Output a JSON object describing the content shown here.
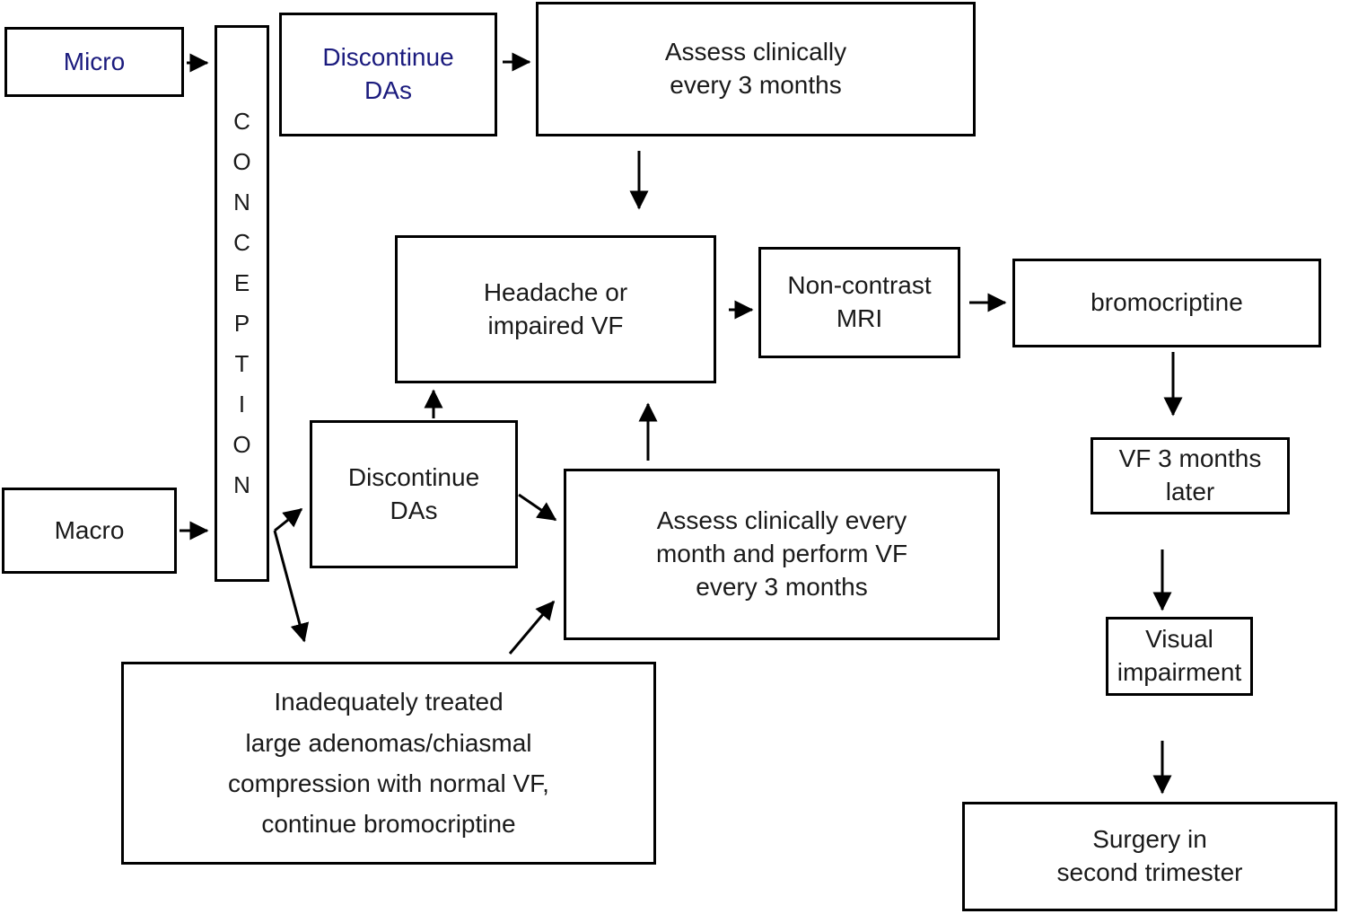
{
  "diagram": {
    "background_color": "#ffffff",
    "line_color": "#000000",
    "accent_text_color": "#1b1b7e",
    "nodes": {
      "micro": {
        "label": "Micro"
      },
      "macro": {
        "label": "Macro"
      },
      "conception": {
        "label": "CONCEPTION"
      },
      "discontinue_das_top": {
        "label": "Discontinue\nDAs"
      },
      "assess_quarterly": {
        "label": "Assess clinically\nevery 3 months"
      },
      "headache": {
        "label": "Headache or\nimpaired VF"
      },
      "mri": {
        "label": "Non-contrast\nMRI"
      },
      "bromocriptine": {
        "label": "bromocriptine"
      },
      "vf_later": {
        "label": "VF 3 months\nlater"
      },
      "visual_impairment": {
        "label": "Visual\nimpairment"
      },
      "surgery": {
        "label": "Surgery in\nsecond trimester"
      },
      "discontinue_das_mid": {
        "label": "Discontinue\nDAs"
      },
      "assess_monthly": {
        "label": "Assess clinically every\nmonth and perform VF\nevery 3 months"
      },
      "inadequate": {
        "label": "Inadequately treated\nlarge adenomas/chiasmal\ncompression with normal VF,\ncontinue bromocriptine"
      }
    },
    "edges": [
      {
        "from": "micro",
        "to": "conception"
      },
      {
        "from": "macro",
        "to": "conception"
      },
      {
        "from": "discontinue_das_top",
        "to": "assess_quarterly"
      },
      {
        "from": "assess_quarterly",
        "to": "headache"
      },
      {
        "from": "headache",
        "to": "mri"
      },
      {
        "from": "mri",
        "to": "bromocriptine"
      },
      {
        "from": "bromocriptine",
        "to": "vf_later"
      },
      {
        "from": "vf_later",
        "to": "visual_impairment"
      },
      {
        "from": "visual_impairment",
        "to": "surgery"
      },
      {
        "from": "conception",
        "to": "discontinue_das_mid"
      },
      {
        "from": "conception",
        "to": "inadequate"
      },
      {
        "from": "discontinue_das_mid",
        "to": "headache"
      },
      {
        "from": "discontinue_das_mid",
        "to": "assess_monthly"
      },
      {
        "from": "inadequate",
        "to": "assess_monthly"
      },
      {
        "from": "assess_monthly",
        "to": "headache"
      }
    ]
  }
}
